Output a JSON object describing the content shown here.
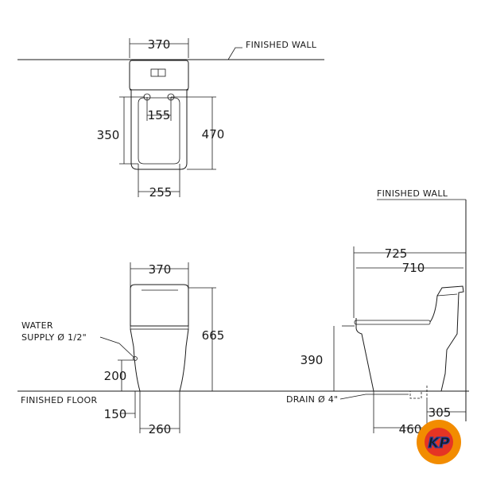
{
  "labels": {
    "finished_wall_top": "FINISHED  WALL",
    "finished_wall_side": "FINISHED  WALL",
    "water_supply_line1": "WATER",
    "water_supply_line2": "SUPPLY Ø 1/2\"",
    "finished_floor": "FINISHED  FLOOR",
    "drain": "DRAIN Ø 4\""
  },
  "plan_view": {
    "width": "370",
    "depth_bowl": "350",
    "depth_total": "470",
    "bolt_spacing": "155",
    "seat_width": "255"
  },
  "front_view": {
    "width": "370",
    "height": "665",
    "supply_height": "200",
    "supply_offset": "150",
    "base_width": "260"
  },
  "side_view": {
    "overall_depth": "725",
    "body_depth": "710",
    "seat_height": "390",
    "base_depth": "460",
    "drain_offset": "305"
  },
  "logo": {
    "text": "KP",
    "colors": {
      "ring": "#f28c00",
      "inner": "#e53424",
      "text": "#1d3f9e"
    }
  }
}
